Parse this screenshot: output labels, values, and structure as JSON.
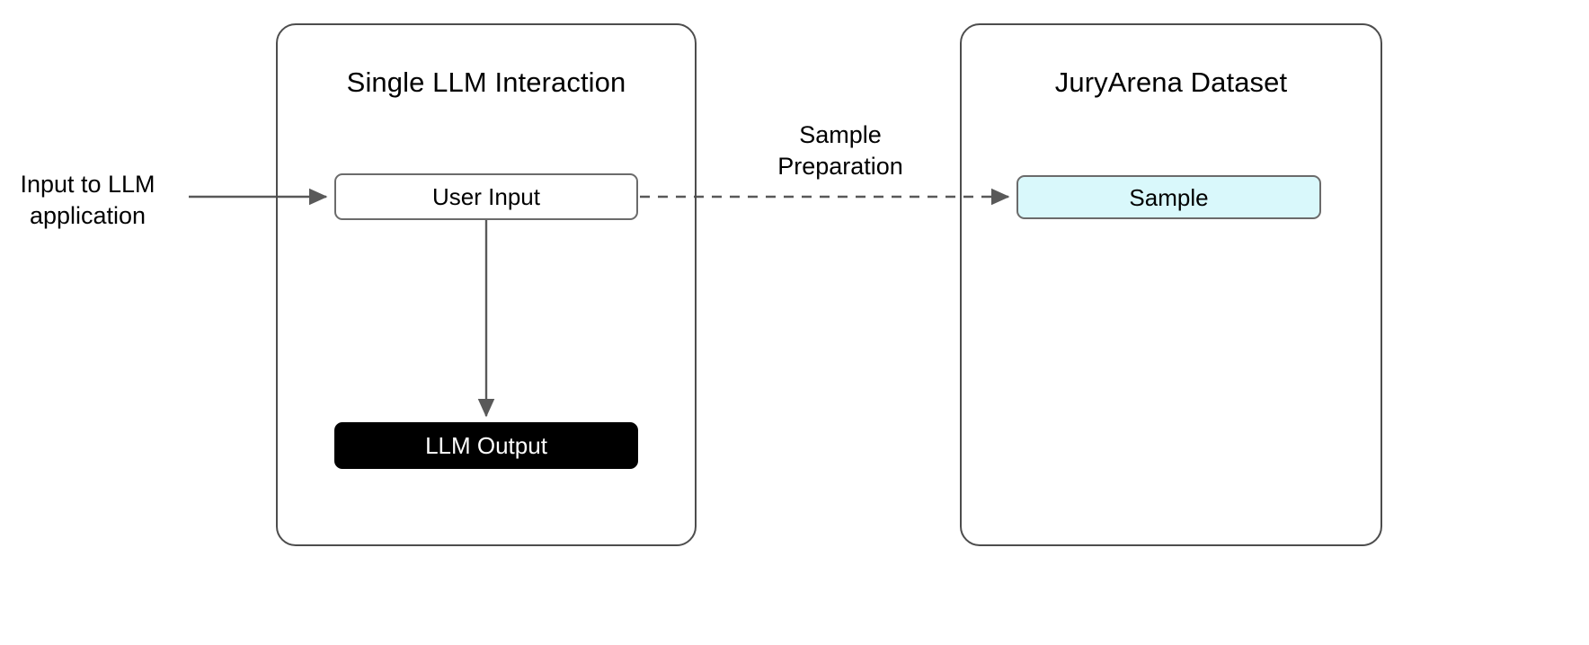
{
  "diagram": {
    "type": "flowchart",
    "background_color": "#ffffff",
    "groups": [
      {
        "id": "single-llm-interaction",
        "title": "Single LLM Interaction",
        "border_color": "#4d4d4d"
      },
      {
        "id": "juryarena-dataset",
        "title": "JuryArena Dataset",
        "border_color": "#4d4d4d"
      }
    ],
    "nodes": [
      {
        "id": "user-input",
        "label": "User Input",
        "fill": "#ffffff",
        "border": "#6b6b6b",
        "text_color": "#000000"
      },
      {
        "id": "llm-output",
        "label": "LLM Output",
        "fill": "#000000",
        "border": "#000000",
        "text_color": "#ffffff"
      },
      {
        "id": "sample",
        "label": "Sample",
        "fill": "#d9f8fb",
        "border": "#6b6b6b",
        "text_color": "#000000"
      }
    ],
    "labels": [
      {
        "id": "input-to-llm-application",
        "text": "Input to LLM\napplication"
      },
      {
        "id": "sample-preparation",
        "text": "Sample\nPreparation"
      }
    ],
    "edges": [
      {
        "id": "external-to-user-input",
        "from": "input-to-llm-application",
        "to": "user-input",
        "style": "solid",
        "color": "#595959",
        "arrowhead": "filled-triangle"
      },
      {
        "id": "user-input-to-llm-output",
        "from": "user-input",
        "to": "llm-output",
        "style": "solid",
        "color": "#595959",
        "arrowhead": "filled-triangle"
      },
      {
        "id": "user-input-to-sample",
        "from": "user-input",
        "to": "sample",
        "style": "dashed",
        "color": "#595959",
        "arrowhead": "filled-triangle",
        "label": "Sample\nPreparation"
      }
    ]
  }
}
